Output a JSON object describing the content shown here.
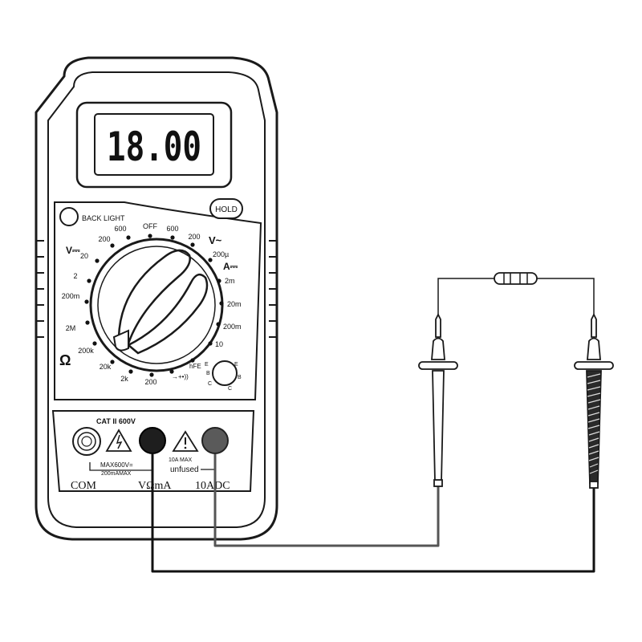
{
  "display": {
    "reading": "18.00"
  },
  "buttons": {
    "backlight": "BACK LIGHT",
    "hold": "HOLD"
  },
  "dial": {
    "off": "OFF",
    "section_symbols": {
      "dc_volts": "V⎓",
      "ac_volts": "V~",
      "dc_amps": "A⎓",
      "ohms": "Ω"
    },
    "ranges": [
      {
        "id": "dcv-600",
        "label": "600"
      },
      {
        "id": "dcv-200",
        "label": "200"
      },
      {
        "id": "dcv-20",
        "label": "20"
      },
      {
        "id": "dcv-2",
        "label": "2"
      },
      {
        "id": "dcv-200m",
        "label": "200m"
      },
      {
        "id": "ohm-2M",
        "label": "2M"
      },
      {
        "id": "ohm-200k",
        "label": "200k"
      },
      {
        "id": "ohm-20k",
        "label": "20k"
      },
      {
        "id": "ohm-2k",
        "label": "2k"
      },
      {
        "id": "ohm-200",
        "label": "200"
      },
      {
        "id": "diode",
        "label": "→+•))"
      },
      {
        "id": "hfe",
        "label": "hFE"
      },
      {
        "id": "dca-10",
        "label": "10"
      },
      {
        "id": "dca-200m",
        "label": "200m"
      },
      {
        "id": "dca-20m",
        "label": "20m"
      },
      {
        "id": "dca-2m",
        "label": "2m"
      },
      {
        "id": "dca-200u",
        "label": "200µ"
      },
      {
        "id": "acv-200",
        "label": "200"
      },
      {
        "id": "acv-600",
        "label": "600"
      }
    ],
    "transistor_pins": [
      "E",
      "B",
      "C",
      "B",
      "C",
      "E"
    ]
  },
  "jacks": {
    "category": "CAT II 600V",
    "max_v": "MAX600V=",
    "max_ma": "200mAMAX",
    "max_10a": "10A  MAX",
    "unfused": "unfused",
    "com": "COM",
    "v_ohm_ma": "VΩmA",
    "adc10": "10ADC"
  },
  "colors": {
    "outline": "#1a1a1a",
    "black_probe_lead": "#111111",
    "red_probe_lead": "#555555",
    "lcd_bg": "#ffffff"
  }
}
